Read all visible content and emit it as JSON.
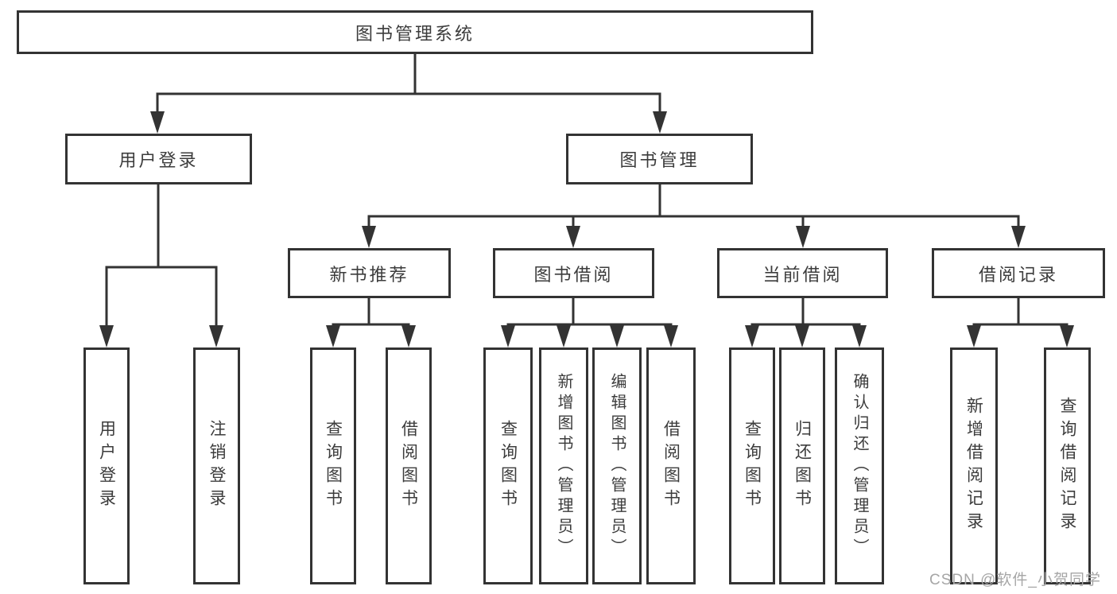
{
  "diagram": {
    "root": {
      "label": "图书管理系统"
    },
    "level2": [
      {
        "label": "用户登录"
      },
      {
        "label": "图书管理"
      }
    ],
    "level3": [
      {
        "label": "新书推荐"
      },
      {
        "label": "图书借阅"
      },
      {
        "label": "当前借阅"
      },
      {
        "label": "借阅记录"
      }
    ],
    "leaves": {
      "user_login": [
        {
          "label": "用户登录"
        },
        {
          "label": "注销登录"
        }
      ],
      "new_book_rec": [
        {
          "label": "查询图书"
        },
        {
          "label": "借阅图书"
        }
      ],
      "book_borrow": [
        {
          "label": "查询图书"
        },
        {
          "label": "新增图书（管理员）"
        },
        {
          "label": "编辑图书（管理员）"
        },
        {
          "label": "借阅图书"
        }
      ],
      "current_borrow": [
        {
          "label": "查询图书"
        },
        {
          "label": "归还图书"
        },
        {
          "label": "确认归还（管理员）"
        }
      ],
      "borrow_records": [
        {
          "label": "新增借阅记录"
        },
        {
          "label": "查询借阅记录"
        }
      ]
    }
  },
  "watermark": {
    "text": "CSDN @软件_小贺同学",
    "color": "#a6a6a6"
  },
  "colors": {
    "line": "#333333",
    "text": "#3c3c3c",
    "background": "#ffffff"
  }
}
